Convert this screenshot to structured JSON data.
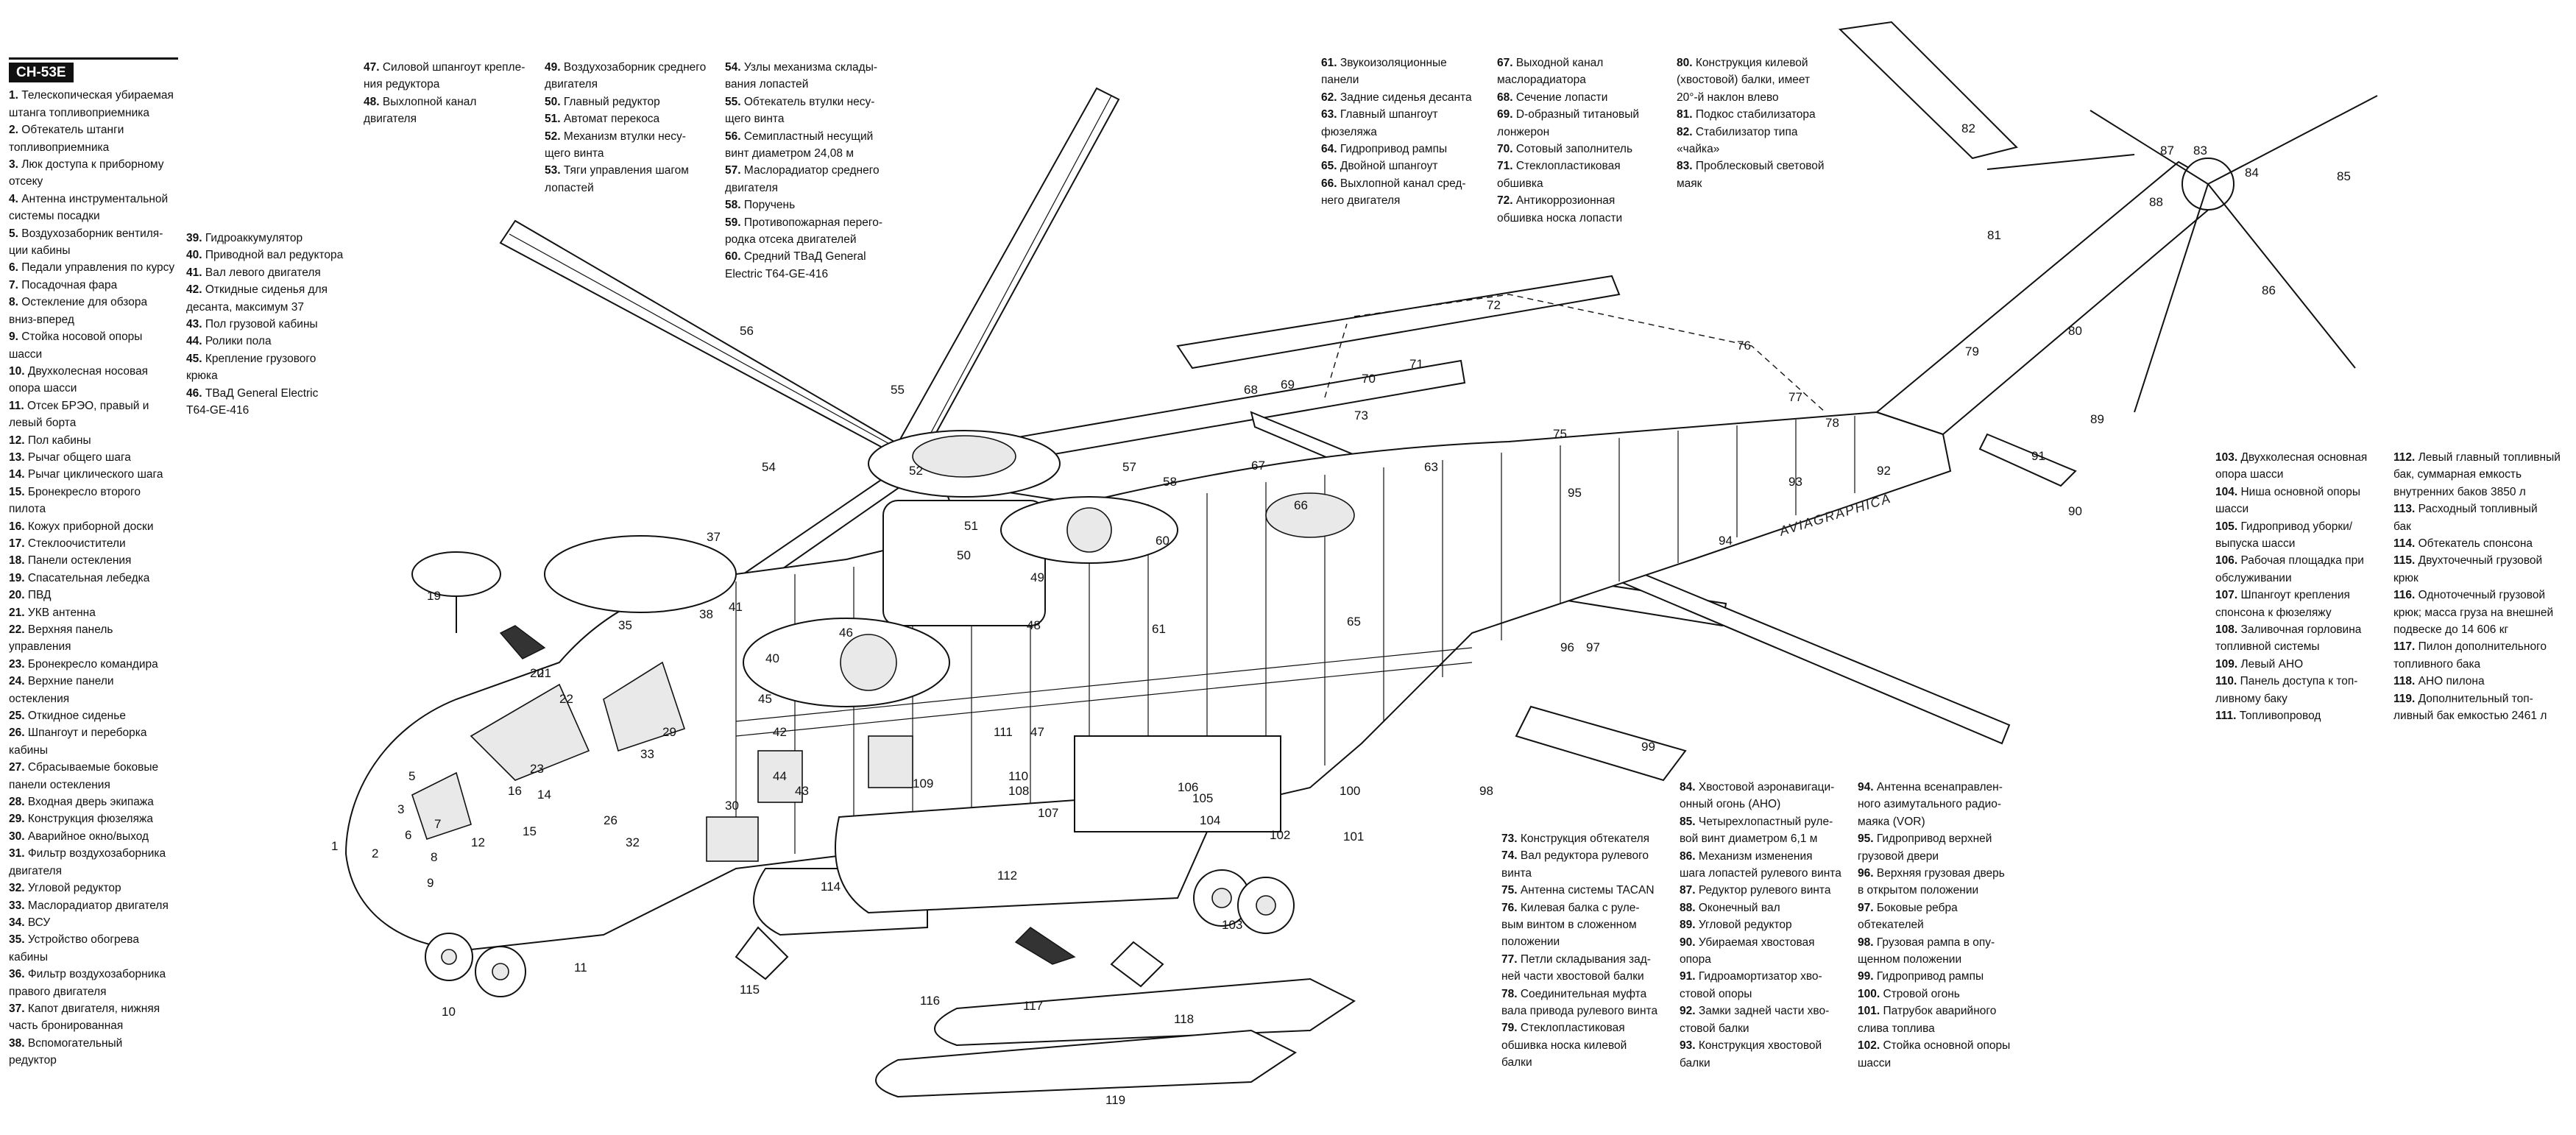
{
  "title": "CH-53E",
  "logo": "AVIAGRAPHICA",
  "legend_col1": [
    {
      "n": "1.",
      "t": "Телескопическая убирaемая"
    },
    {
      "n": "",
      "t": "штанга топливоприемника"
    },
    {
      "n": "2.",
      "t": "Обтекатель штанги"
    },
    {
      "n": "",
      "t": "топливоприемника"
    },
    {
      "n": "3.",
      "t": "Люк доступа к приборному"
    },
    {
      "n": "",
      "t": "отсеку"
    },
    {
      "n": "4.",
      "t": "Антенна инструментальной"
    },
    {
      "n": "",
      "t": "системы посадки"
    },
    {
      "n": "5.",
      "t": "Воздухозаборник вентиля-"
    },
    {
      "n": "",
      "t": "ции кабины"
    },
    {
      "n": "6.",
      "t": "Педали управления по курсу"
    },
    {
      "n": "7.",
      "t": "Посадочная фара"
    },
    {
      "n": "8.",
      "t": "Остекление для обзора"
    },
    {
      "n": "",
      "t": "вниз-вперед"
    },
    {
      "n": "9.",
      "t": "Стойка носовой опоры"
    },
    {
      "n": "",
      "t": "шасси"
    },
    {
      "n": "10.",
      "t": "Двухколесная носовая"
    },
    {
      "n": "",
      "t": "опора шасси"
    },
    {
      "n": "11.",
      "t": "Отсек БРЭО, правый и"
    },
    {
      "n": "",
      "t": "левый борта"
    },
    {
      "n": "12.",
      "t": "Пол кабины"
    },
    {
      "n": "13.",
      "t": "Рычаг общего шага"
    },
    {
      "n": "14.",
      "t": "Рычаг циклического шага"
    },
    {
      "n": "15.",
      "t": "Бронекресло второго"
    },
    {
      "n": "",
      "t": "пилота"
    },
    {
      "n": "16.",
      "t": "Кожух приборной доски"
    },
    {
      "n": "17.",
      "t": "Стеклоочистители"
    },
    {
      "n": "18.",
      "t": "Панели остекления"
    },
    {
      "n": "19.",
      "t": "Спасательная лебедка"
    },
    {
      "n": "20.",
      "t": "ПВД"
    },
    {
      "n": "21.",
      "t": "УКВ антенна"
    },
    {
      "n": "22.",
      "t": "Верхняя панель"
    },
    {
      "n": "",
      "t": "управления"
    },
    {
      "n": "23.",
      "t": "Бронекресло командира"
    },
    {
      "n": "24.",
      "t": "Верхние панели"
    },
    {
      "n": "",
      "t": "остекления"
    },
    {
      "n": "25.",
      "t": "Откидное сиденье"
    },
    {
      "n": "26.",
      "t": "Шпангоут и переборка"
    },
    {
      "n": "",
      "t": "кабины"
    },
    {
      "n": "27.",
      "t": "Сбрасываемые боковые"
    },
    {
      "n": "",
      "t": "панели остекления"
    },
    {
      "n": "28.",
      "t": "Входная дверь экипажа"
    },
    {
      "n": "29.",
      "t": "Конструкция фюзеляжа"
    },
    {
      "n": "30.",
      "t": "Аварийное окно/выход"
    },
    {
      "n": "31.",
      "t": "Фильтр воздухозаборника"
    },
    {
      "n": "",
      "t": "двигателя"
    },
    {
      "n": "32.",
      "t": "Угловой редуктор"
    },
    {
      "n": "33.",
      "t": "Маслорадиатор двигателя"
    },
    {
      "n": "34.",
      "t": "ВСУ"
    },
    {
      "n": "35.",
      "t": "Устройство обогрева"
    },
    {
      "n": "",
      "t": "кабины"
    },
    {
      "n": "36.",
      "t": "Фильтр воздухозаборника"
    },
    {
      "n": "",
      "t": "правого двигателя"
    },
    {
      "n": "37.",
      "t": "Капот двигателя, нижняя"
    },
    {
      "n": "",
      "t": "часть бронированная"
    },
    {
      "n": "38.",
      "t": "Вспомогательный"
    },
    {
      "n": "",
      "t": "редуктор"
    }
  ],
  "legend_col2": [
    {
      "n": "39.",
      "t": "Гидроаккумулятор"
    },
    {
      "n": "40.",
      "t": "Приводной вал редуктора"
    },
    {
      "n": "41.",
      "t": "Вал левого двигателя"
    },
    {
      "n": "42.",
      "t": "Откидные сиденья для"
    },
    {
      "n": "",
      "t": "десанта, максимум 37"
    },
    {
      "n": "43.",
      "t": "Пол грузовой кабины"
    },
    {
      "n": "44.",
      "t": "Ролики пола"
    },
    {
      "n": "45.",
      "t": "Крепление грузового"
    },
    {
      "n": "",
      "t": "крюка"
    },
    {
      "n": "46.",
      "t": "ТВаД General Electric"
    },
    {
      "n": "",
      "t": "T64-GE-416"
    }
  ],
  "legend_col3": [
    {
      "n": "47.",
      "t": "Силовой шпангоут крепле-"
    },
    {
      "n": "",
      "t": "ния редуктора"
    },
    {
      "n": "48.",
      "t": "Выхлопной канал"
    },
    {
      "n": "",
      "t": "двигателя"
    }
  ],
  "legend_col4": [
    {
      "n": "49.",
      "t": "Воздухозаборник среднего"
    },
    {
      "n": "",
      "t": "двигателя"
    },
    {
      "n": "50.",
      "t": "Главный редуктор"
    },
    {
      "n": "51.",
      "t": "Автомат перекоса"
    },
    {
      "n": "52.",
      "t": "Механизм втулки несу-"
    },
    {
      "n": "",
      "t": "щего винта"
    },
    {
      "n": "53.",
      "t": "Тяги управления шагом"
    },
    {
      "n": "",
      "t": "лопастей"
    }
  ],
  "legend_col5": [
    {
      "n": "54.",
      "t": "Узлы механизма склады-"
    },
    {
      "n": "",
      "t": "вания лопастей"
    },
    {
      "n": "55.",
      "t": "Обтекатель втулки несу-"
    },
    {
      "n": "",
      "t": "щего винта"
    },
    {
      "n": "56.",
      "t": "Семипластный несущий"
    },
    {
      "n": "",
      "t": "винт диаметром 24,08 м"
    },
    {
      "n": "57.",
      "t": "Маслорадиатор среднего"
    },
    {
      "n": "",
      "t": "двигателя"
    },
    {
      "n": "58.",
      "t": "Поручень"
    },
    {
      "n": "59.",
      "t": "Противопожарная перего-"
    },
    {
      "n": "",
      "t": "родка отсека двигателей"
    },
    {
      "n": "60.",
      "t": "Средний ТВаД General"
    },
    {
      "n": "",
      "t": "Electric T64-GE-416"
    }
  ],
  "legend_col6": [
    {
      "n": "61.",
      "t": "Звукоизоляционные"
    },
    {
      "n": "",
      "t": "панели"
    },
    {
      "n": "62.",
      "t": "Задние сиденья десанта"
    },
    {
      "n": "63.",
      "t": "Главный шпангоут"
    },
    {
      "n": "",
      "t": "фюзеляжа"
    },
    {
      "n": "64.",
      "t": "Гидропривод рампы"
    },
    {
      "n": "65.",
      "t": "Двойной шпангоут"
    },
    {
      "n": "66.",
      "t": "Выхлопной канал сред-"
    },
    {
      "n": "",
      "t": "него двигателя"
    }
  ],
  "legend_col7": [
    {
      "n": "67.",
      "t": "Выходной канал"
    },
    {
      "n": "",
      "t": "маслорадиатора"
    },
    {
      "n": "68.",
      "t": "Сечение лопасти"
    },
    {
      "n": "69.",
      "t": "D-образный титановый"
    },
    {
      "n": "",
      "t": "лонжерон"
    },
    {
      "n": "70.",
      "t": "Сотовый заполнитель"
    },
    {
      "n": "71.",
      "t": "Стеклопластиковая"
    },
    {
      "n": "",
      "t": "обшивка"
    },
    {
      "n": "72.",
      "t": "Антикоррозионная"
    },
    {
      "n": "",
      "t": "обшивка носка лопасти"
    }
  ],
  "legend_col8": [
    {
      "n": "80.",
      "t": "Конструкция килевой"
    },
    {
      "n": "",
      "t": "(хвостовой) балки, имеет"
    },
    {
      "n": "",
      "t": "20°-й наклон влево"
    },
    {
      "n": "81.",
      "t": "Подкос стабилизатора"
    },
    {
      "n": "82.",
      "t": "Стабилизатор типа"
    },
    {
      "n": "",
      "t": "«чайка»"
    },
    {
      "n": "83.",
      "t": "Проблесковый световой"
    },
    {
      "n": "",
      "t": "маяк"
    }
  ],
  "legend_col9": [
    {
      "n": "73.",
      "t": "Конструкция обтекателя"
    },
    {
      "n": "74.",
      "t": "Вал редуктора рулевого"
    },
    {
      "n": "",
      "t": "винта"
    },
    {
      "n": "75.",
      "t": "Антенна системы TACAN"
    },
    {
      "n": "76.",
      "t": "Килевая балка с руле-"
    },
    {
      "n": "",
      "t": "вым винтом в сложенном"
    },
    {
      "n": "",
      "t": "положении"
    },
    {
      "n": "77.",
      "t": "Петли складывания зад-"
    },
    {
      "n": "",
      "t": "ней части хвостовой балки"
    },
    {
      "n": "78.",
      "t": "Соединительная муфта"
    },
    {
      "n": "",
      "t": "вала привода рулевого винта"
    },
    {
      "n": "79.",
      "t": "Стеклопластиковая"
    },
    {
      "n": "",
      "t": "обшивка носка килевой"
    },
    {
      "n": "",
      "t": "балки"
    }
  ],
  "legend_col10": [
    {
      "n": "84.",
      "t": "Хвостовой аэронавигаци-"
    },
    {
      "n": "",
      "t": "онный огонь (АНО)"
    },
    {
      "n": "85.",
      "t": "Четырехлопастный руле-"
    },
    {
      "n": "",
      "t": "вой винт диаметром 6,1 м"
    },
    {
      "n": "86.",
      "t": "Механизм изменения"
    },
    {
      "n": "",
      "t": "шага лопастей рулевого винта"
    },
    {
      "n": "87.",
      "t": "Редуктор рулевого винта"
    },
    {
      "n": "88.",
      "t": "Оконечный вал"
    },
    {
      "n": "89.",
      "t": "Угловой редуктор"
    },
    {
      "n": "90.",
      "t": "Убираемая хвостовая"
    },
    {
      "n": "",
      "t": "опора"
    },
    {
      "n": "91.",
      "t": "Гидроамортизатор хво-"
    },
    {
      "n": "",
      "t": "стовой опоры"
    },
    {
      "n": "92.",
      "t": "Замки задней части хво-"
    },
    {
      "n": "",
      "t": "стовой балки"
    },
    {
      "n": "93.",
      "t": "Конструкция хвостовой"
    },
    {
      "n": "",
      "t": "балки"
    }
  ],
  "legend_col11": [
    {
      "n": "94.",
      "t": "Антенна всенаправлен-"
    },
    {
      "n": "",
      "t": "ного азимутального радио-"
    },
    {
      "n": "",
      "t": "маяка (VOR)"
    },
    {
      "n": "95.",
      "t": "Гидропривод верхней"
    },
    {
      "n": "",
      "t": "грузовой двери"
    },
    {
      "n": "96.",
      "t": "Верхняя грузовая дверь"
    },
    {
      "n": "",
      "t": "в открытом положении"
    },
    {
      "n": "97.",
      "t": "Боковые ребра"
    },
    {
      "n": "",
      "t": "обтекателей"
    },
    {
      "n": "98.",
      "t": "Грузовая рампа в опу-"
    },
    {
      "n": "",
      "t": "щенном положении"
    },
    {
      "n": "99.",
      "t": "Гидропривод рампы"
    },
    {
      "n": "100.",
      "t": "Стровой огонь"
    },
    {
      "n": "101.",
      "t": "Патрубок аварийного"
    },
    {
      "n": "",
      "t": "слива топлива"
    },
    {
      "n": "102.",
      "t": "Стойка основной опоры"
    },
    {
      "n": "",
      "t": "шасси"
    }
  ],
  "legend_col12": [
    {
      "n": "103.",
      "t": "Двухколесная основная"
    },
    {
      "n": "",
      "t": "опора шасси"
    },
    {
      "n": "104.",
      "t": "Ниша основной опоры"
    },
    {
      "n": "",
      "t": "шасси"
    },
    {
      "n": "105.",
      "t": "Гидропривод уборки/"
    },
    {
      "n": "",
      "t": "выпуска шасси"
    },
    {
      "n": "106.",
      "t": "Рабочая площадка при"
    },
    {
      "n": "",
      "t": "обслуживании"
    },
    {
      "n": "107.",
      "t": "Шпангоут крепления"
    },
    {
      "n": "",
      "t": "спонсона к фюзеляжу"
    },
    {
      "n": "108.",
      "t": "Заливочная горловина"
    },
    {
      "n": "",
      "t": "топливной системы"
    },
    {
      "n": "109.",
      "t": "Левый АНО"
    },
    {
      "n": "110.",
      "t": "Панель доступа к топ-"
    },
    {
      "n": "",
      "t": "ливному баку"
    },
    {
      "n": "111.",
      "t": "Топливопровод"
    }
  ],
  "legend_col13": [
    {
      "n": "112.",
      "t": "Левый главный топливный"
    },
    {
      "n": "",
      "t": "бак, суммарная емкость"
    },
    {
      "n": "",
      "t": "внутренних баков 3850 л"
    },
    {
      "n": "113.",
      "t": "Расходный топливный"
    },
    {
      "n": "",
      "t": "бак"
    },
    {
      "n": "114.",
      "t": "Обтекатель спонсона"
    },
    {
      "n": "115.",
      "t": "Двухточечный грузовой"
    },
    {
      "n": "",
      "t": "крюк"
    },
    {
      "n": "116.",
      "t": "Одноточечный грузовой"
    },
    {
      "n": "",
      "t": "крюк; масса груза на внешней"
    },
    {
      "n": "",
      "t": "подвеске до 14 606 кг"
    },
    {
      "n": "117.",
      "t": "Пилон дополнительного"
    },
    {
      "n": "",
      "t": "топливного бака"
    },
    {
      "n": "118.",
      "t": "АНО пилона"
    },
    {
      "n": "119.",
      "t": "Дополнительный топ-"
    },
    {
      "n": "",
      "t": "ливный бак емкостью 2461 л"
    }
  ],
  "callouts": [
    "1",
    "2",
    "3",
    "5",
    "6",
    "7",
    "8",
    "9",
    "10",
    "11",
    "12",
    "14",
    "15",
    "16",
    "19",
    "20",
    "21",
    "22",
    "23",
    "26",
    "29",
    "30",
    "32",
    "33",
    "35",
    "37",
    "38",
    "40",
    "41",
    "42",
    "43",
    "44",
    "45",
    "46",
    "47",
    "48",
    "49",
    "50",
    "51",
    "52",
    "54",
    "55",
    "56",
    "57",
    "58",
    "60",
    "61",
    "63",
    "65",
    "66",
    "67",
    "68",
    "69",
    "70",
    "71",
    "72",
    "73",
    "75",
    "76",
    "77",
    "78",
    "79",
    "80",
    "81",
    "82",
    "83",
    "84",
    "85",
    "86",
    "87",
    "88",
    "89",
    "90",
    "91",
    "92",
    "93",
    "94",
    "95",
    "96",
    "97",
    "98",
    "99",
    "100",
    "101",
    "102",
    "103",
    "104",
    "105",
    "106",
    "107",
    "108",
    "109",
    "110",
    "111",
    "112",
    "114",
    "115",
    "116",
    "117",
    "118",
    "119"
  ]
}
